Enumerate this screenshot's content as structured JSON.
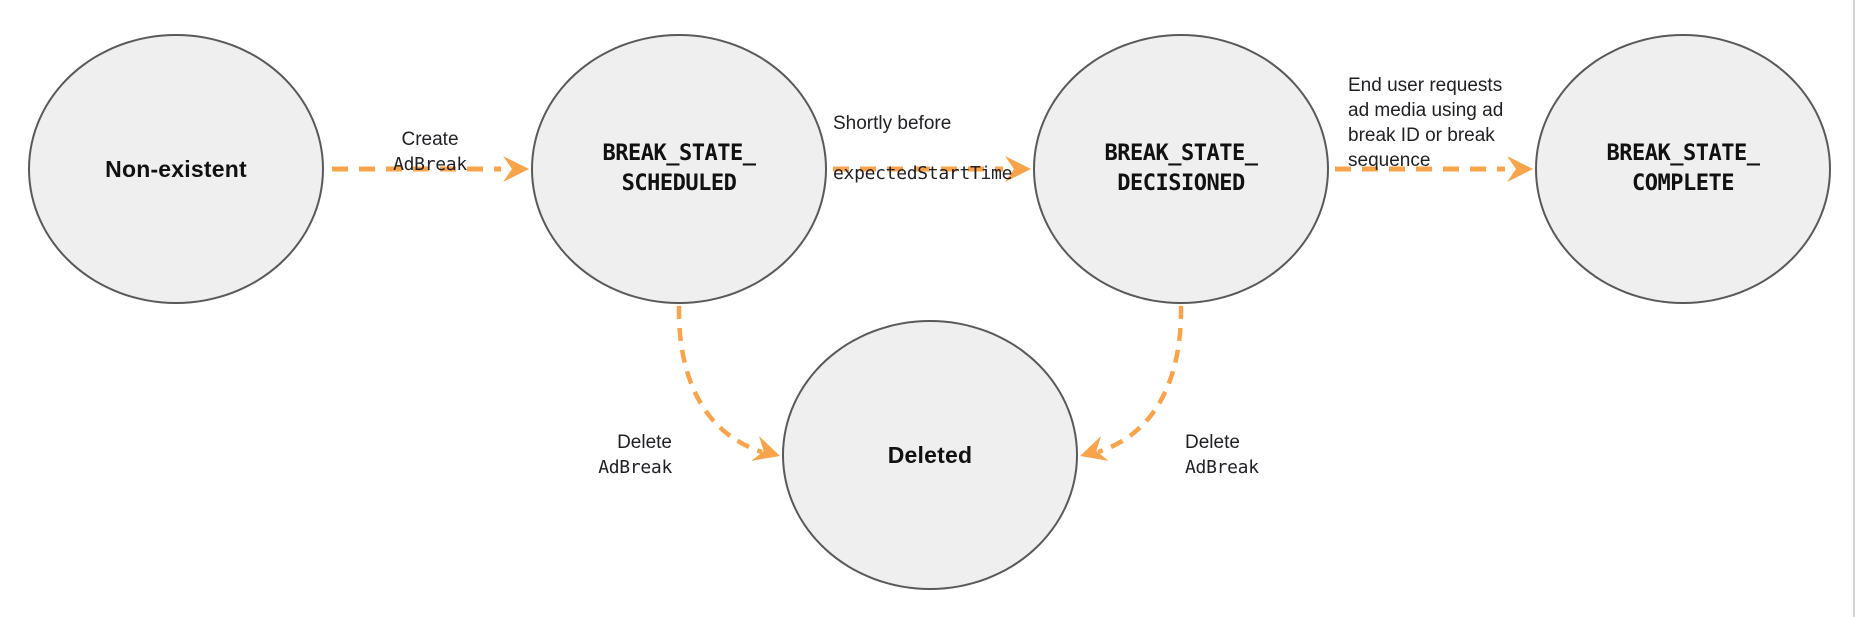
{
  "diagram": {
    "title": "Ad break state transition diagram",
    "states": [
      {
        "id": "non-existent",
        "label": "Non-existent"
      },
      {
        "id": "break-state-scheduled",
        "label": "BREAK_STATE_\nSCHEDULED"
      },
      {
        "id": "break-state-decisioned",
        "label": "BREAK_STATE_\nDECISIONED"
      },
      {
        "id": "break-state-complete",
        "label": "BREAK_STATE_\nCOMPLETE"
      },
      {
        "id": "deleted",
        "label": "Deleted"
      }
    ],
    "transitions": [
      {
        "from": "non-existent",
        "to": "break-state-scheduled",
        "label_text": "Create",
        "label_code": "AdBreak"
      },
      {
        "from": "break-state-scheduled",
        "to": "break-state-decisioned",
        "label_text": "Shortly before",
        "label_code": "expectedStartTime"
      },
      {
        "from": "break-state-decisioned",
        "to": "break-state-complete",
        "label_text": "End user requests\nad media using ad\nbreak ID or break\nsequence",
        "label_code": ""
      },
      {
        "from": "break-state-scheduled",
        "to": "deleted",
        "label_text": "Delete",
        "label_code": "AdBreak"
      },
      {
        "from": "break-state-decisioned",
        "to": "deleted",
        "label_text": "Delete",
        "label_code": "AdBreak"
      }
    ],
    "colors": {
      "arrow": "#F9A44A",
      "circle_fill": "#EFEFEF",
      "circle_stroke": "#58595B",
      "text": "#202124",
      "right_border": "#D3D3D3"
    }
  }
}
